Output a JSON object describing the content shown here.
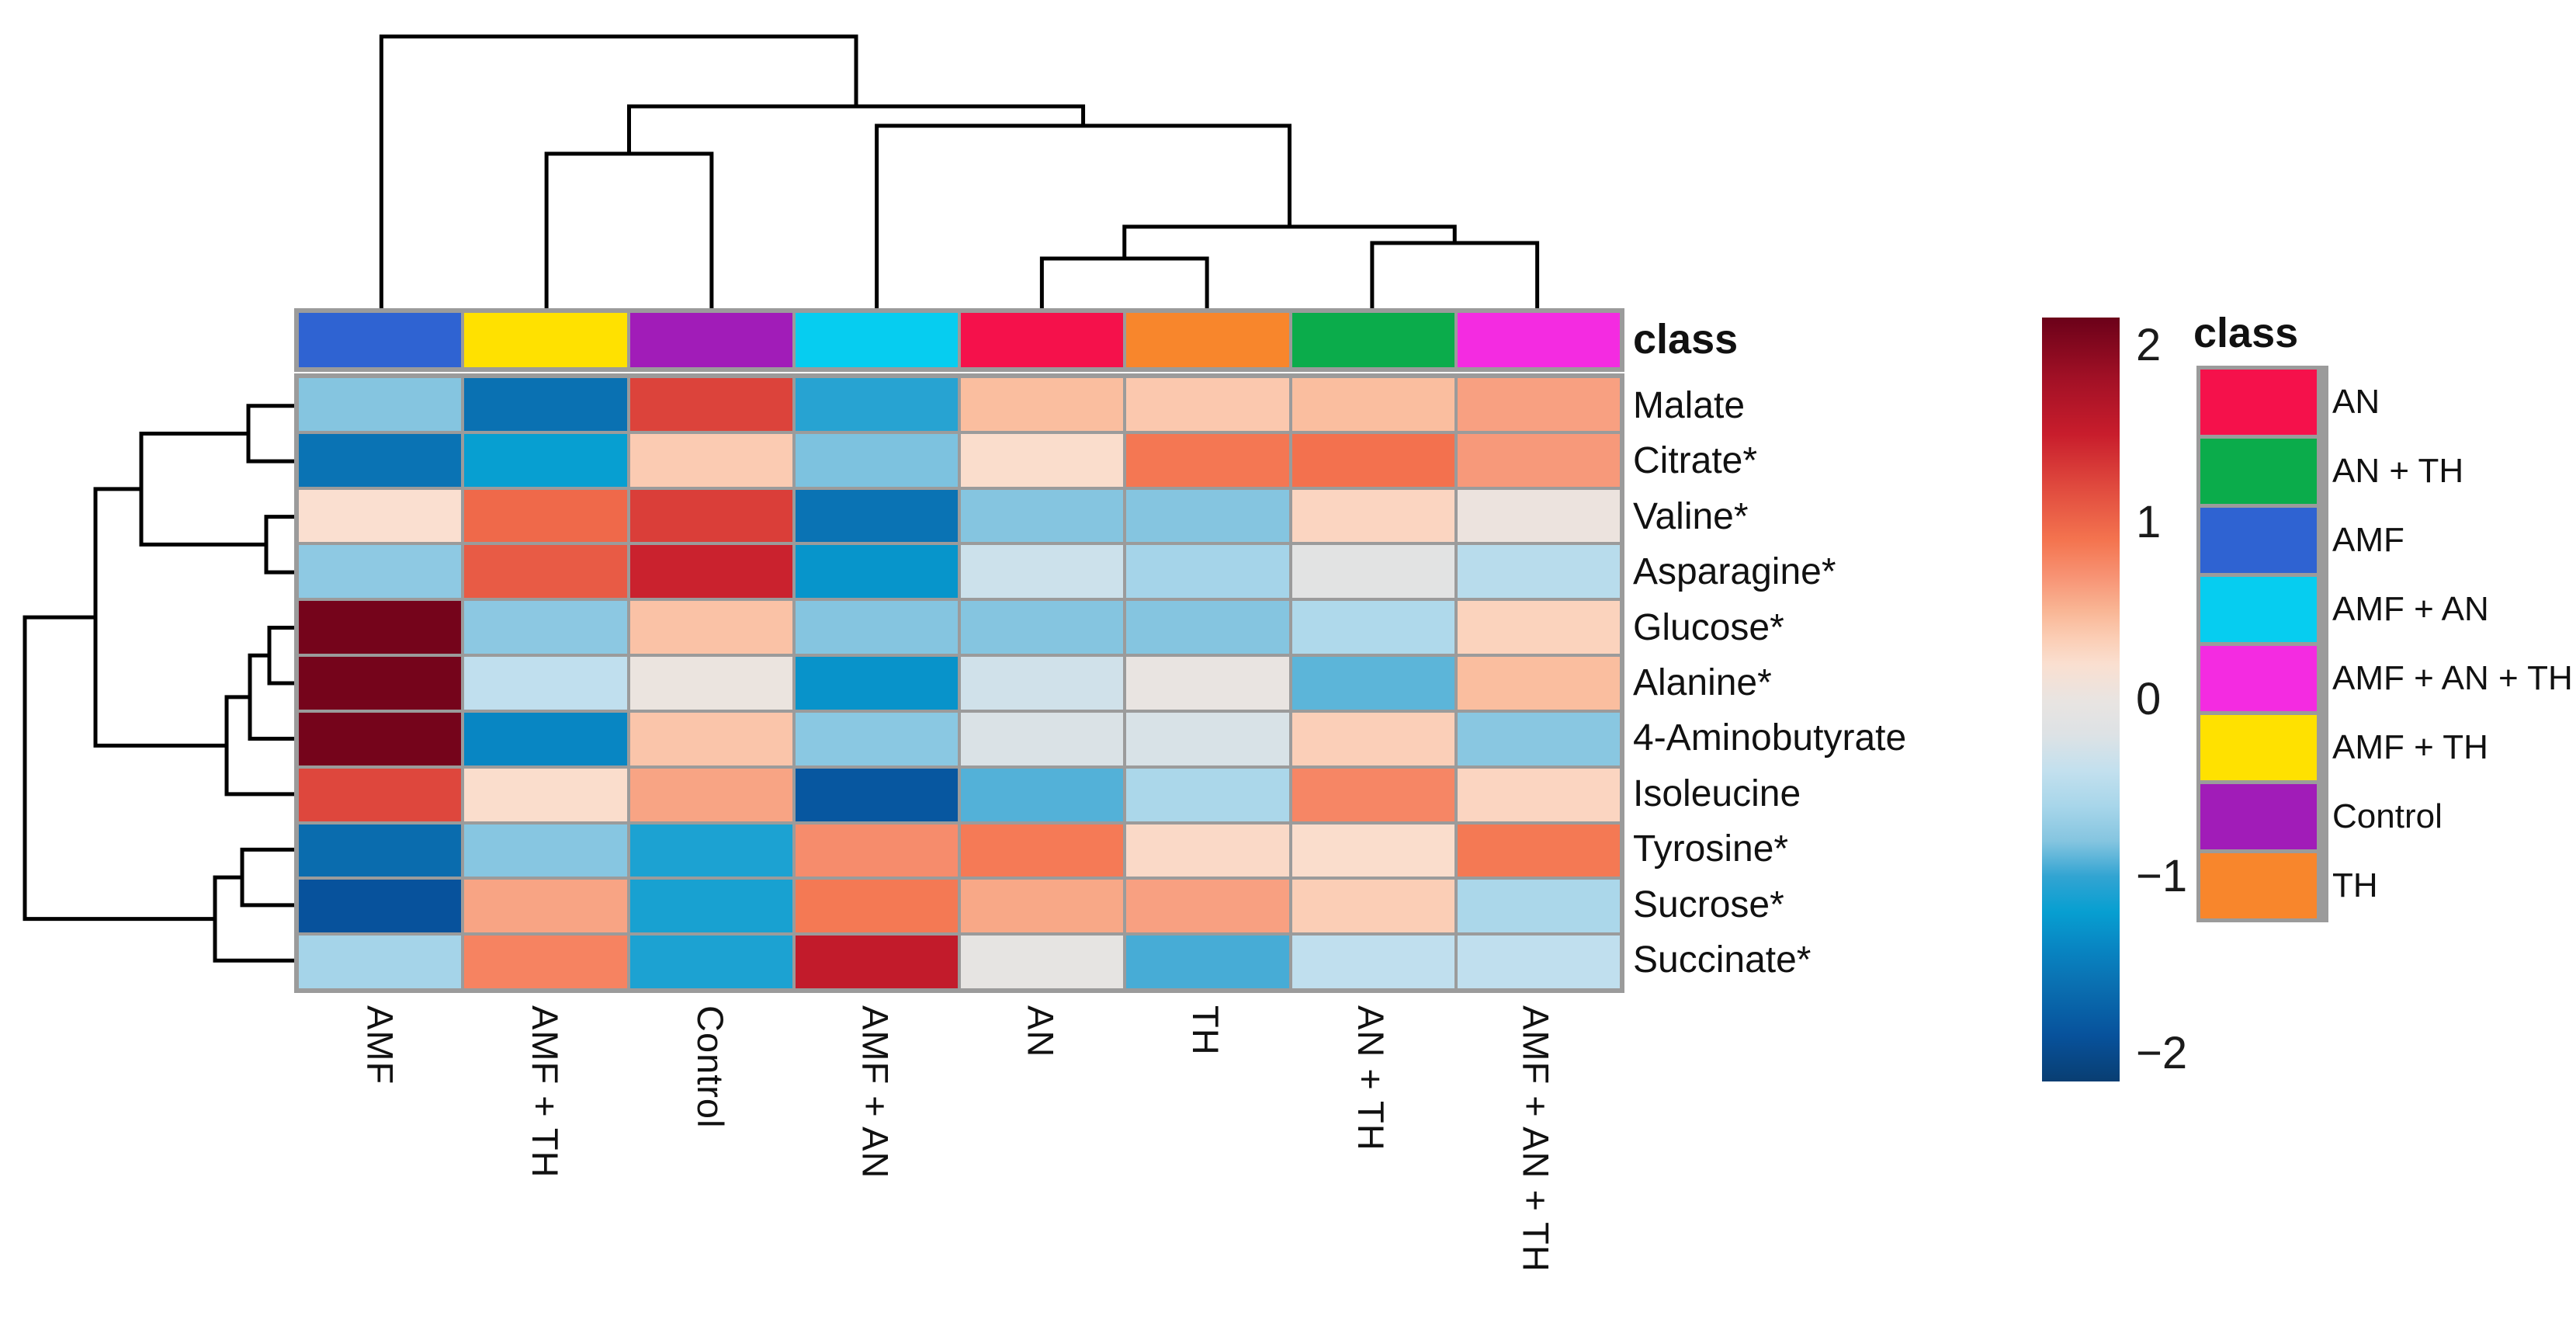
{
  "figure": {
    "background": "#ffffff",
    "grid_line_color": "#9b9b9b",
    "dendrogram_color": "#000000"
  },
  "chart_data": {
    "type": "heatmap",
    "columns": [
      "AMF",
      "AMF + TH",
      "Control",
      "AMF + AN",
      "AN",
      "TH",
      "AN + TH",
      "AMF + AN + TH"
    ],
    "rows": [
      "Malate",
      "Citrate*",
      "Valine*",
      "Asparagine*",
      "Glucose*",
      "Alanine*",
      "4-Aminobutyrate",
      "Isoleucine",
      "Tyrosine*",
      "Sucrose*",
      "Succinate*"
    ],
    "values": [
      [
        -0.8,
        -1.6,
        1.25,
        -1.05,
        0.45,
        0.38,
        0.45,
        0.62
      ],
      [
        -1.58,
        -1.2,
        0.36,
        -0.82,
        0.22,
        0.88,
        0.92,
        0.66
      ],
      [
        0.2,
        0.98,
        1.28,
        -1.58,
        -0.8,
        -0.8,
        0.28,
        0.03
      ],
      [
        -0.75,
        1.08,
        1.47,
        -1.28,
        -0.33,
        -0.62,
        -0.12,
        -0.48
      ],
      [
        2.1,
        -0.76,
        0.42,
        -0.8,
        -0.8,
        -0.8,
        -0.55,
        0.3
      ],
      [
        2.1,
        -0.42,
        0.02,
        -1.3,
        -0.3,
        0.0,
        -0.9,
        0.45
      ],
      [
        2.1,
        -1.4,
        0.4,
        -0.77,
        -0.22,
        -0.24,
        0.33,
        -0.78
      ],
      [
        1.22,
        0.22,
        0.6,
        -1.85,
        -0.92,
        -0.58,
        0.78,
        0.28
      ],
      [
        -1.65,
        -0.79,
        -1.1,
        0.74,
        0.86,
        0.25,
        0.22,
        0.87
      ],
      [
        -1.9,
        0.6,
        -1.12,
        0.87,
        0.58,
        0.62,
        0.34,
        -0.58
      ],
      [
        -0.62,
        0.8,
        -1.1,
        1.55,
        -0.05,
        -0.95,
        -0.42,
        -0.42
      ]
    ],
    "value_range": [
      -2.16,
      2.16
    ],
    "colormap_stops": [
      [
        2.16,
        "#6b0119"
      ],
      [
        1.8,
        "#a41126"
      ],
      [
        1.5,
        "#c81d2c"
      ],
      [
        1.2,
        "#e04a3e"
      ],
      [
        0.9,
        "#f4744f"
      ],
      [
        0.7,
        "#f79273"
      ],
      [
        0.5,
        "#f9b695"
      ],
      [
        0.35,
        "#fbcdb4"
      ],
      [
        0.2,
        "#fadfd0"
      ],
      [
        0.0,
        "#e9e4e1"
      ],
      [
        -0.2,
        "#dde2e5"
      ],
      [
        -0.4,
        "#c3e0ee"
      ],
      [
        -0.6,
        "#a8d6ea"
      ],
      [
        -0.8,
        "#85c5e0"
      ],
      [
        -1.0,
        "#32a4d2"
      ],
      [
        -1.2,
        "#079fd1"
      ],
      [
        -1.4,
        "#0886c3"
      ],
      [
        -1.6,
        "#0a71b2"
      ],
      [
        -1.9,
        "#07529c"
      ],
      [
        -2.16,
        "#093e72"
      ]
    ],
    "class_strip": {
      "title": "class"
    },
    "class_colors": {
      "AN": "#F5114B",
      "AN + TH": "#0BAC4B",
      "AMF": "#2F63D2",
      "AMF + AN": "#06CDF0",
      "AMF + AN + TH": "#F42BE1",
      "AMF + TH": "#FFE100",
      "Control": "#A11CB8",
      "TH": "#F8862C"
    },
    "colorbar": {
      "tick_labels": [
        "2",
        "1",
        "0",
        "−1",
        "−2"
      ],
      "tick_values": [
        2,
        1,
        0,
        -1,
        -2
      ]
    },
    "legend": {
      "title": "class",
      "order": [
        "AN",
        "AN + TH",
        "AMF",
        "AMF + AN",
        "AMF + AN + TH",
        "AMF + TH",
        "Control",
        "TH"
      ]
    },
    "col_dendrogram": [
      [
        "L4",
        "L5",
        70
      ],
      [
        "L6",
        "L7",
        90
      ],
      [
        "M0",
        "M1",
        111
      ],
      [
        "L3",
        "M2",
        241
      ],
      [
        "L1",
        "L2",
        205
      ],
      [
        "M4",
        "M3",
        266
      ],
      [
        "L0",
        "M5",
        356
      ]
    ],
    "row_dendrogram": [
      [
        "L0",
        "L1",
        65
      ],
      [
        "L2",
        "L3",
        42
      ],
      [
        "M0",
        "M1",
        203
      ],
      [
        "L4",
        "L5",
        38
      ],
      [
        "M3",
        "L6",
        63
      ],
      [
        "M4",
        "L7",
        93
      ],
      [
        "M2",
        "M5",
        262
      ],
      [
        "L8",
        "L9",
        73
      ],
      [
        "M7",
        "L10",
        108
      ],
      [
        "M6",
        "M8",
        353
      ]
    ]
  }
}
